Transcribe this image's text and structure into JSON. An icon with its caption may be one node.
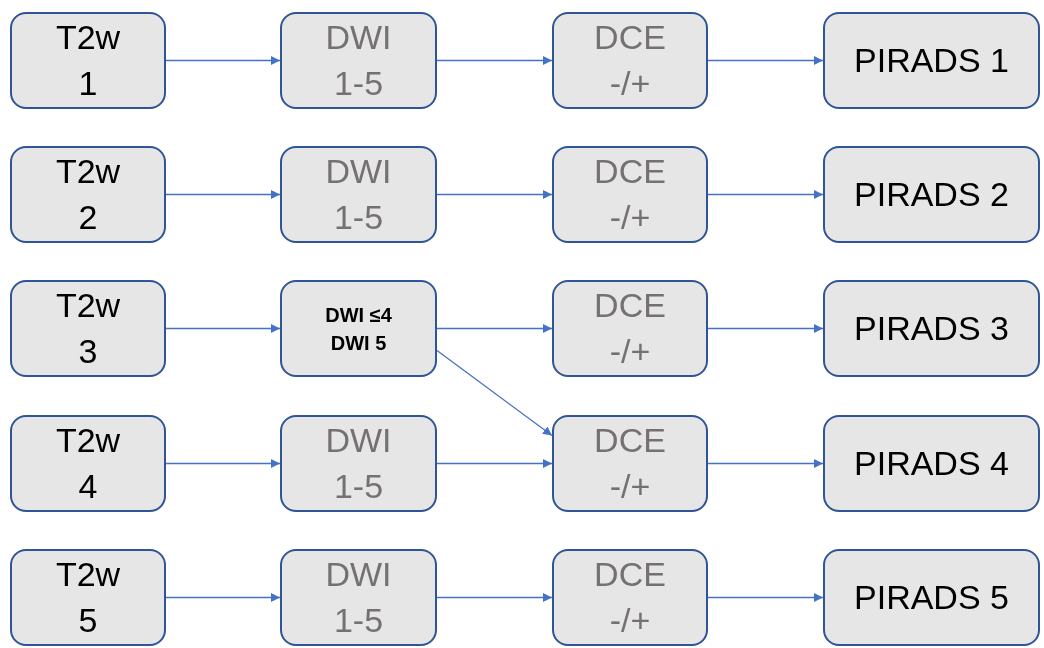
{
  "diagram": {
    "nodes": [
      {
        "text": [
          "T2w 1"
        ]
      },
      {
        "text": [
          "DWI 1-5"
        ]
      },
      {
        "text": [
          "DCE -/+"
        ]
      },
      {
        "text": [
          "PIRADS 1"
        ]
      },
      {
        "text": [
          "T2w 2"
        ]
      },
      {
        "text": [
          "DWI 1-5"
        ]
      },
      {
        "text": [
          "DCE -/+"
        ]
      },
      {
        "text": [
          "PIRADS 2"
        ]
      },
      {
        "text": [
          "T2w 3"
        ]
      },
      {
        "text": [
          "DWI ≤4",
          "DWI 5"
        ]
      },
      {
        "text": [
          "DCE -/+"
        ]
      },
      {
        "text": [
          "PIRADS 3"
        ]
      },
      {
        "text": [
          "T2w 4"
        ]
      },
      {
        "text": [
          "DWI 1-5"
        ]
      },
      {
        "text": [
          "DCE -/+"
        ]
      },
      {
        "text": [
          "PIRADS 4"
        ]
      },
      {
        "text": [
          "T2w 5"
        ]
      },
      {
        "text": [
          "DWI 1-5"
        ]
      },
      {
        "text": [
          "DCE -/+"
        ]
      },
      {
        "text": [
          "PIRADS 5"
        ]
      }
    ],
    "edges": [
      {
        "from": 0,
        "to": 1,
        "arrow": "to"
      },
      {
        "from": 1,
        "to": 2,
        "arrow": "to"
      },
      {
        "from": 2,
        "to": 3,
        "arrow": "to"
      },
      {
        "from": 4,
        "to": 5,
        "arrow": "to"
      },
      {
        "from": 5,
        "to": 6,
        "arrow": "to"
      },
      {
        "from": 6,
        "to": 7,
        "arrow": "to"
      },
      {
        "from": 8,
        "to": 9,
        "arrow": "to"
      },
      {
        "from": 9,
        "to": 10,
        "arrow": "to"
      },
      {
        "from": 9,
        "to": 14,
        "arrow": "to"
      },
      {
        "from": 10,
        "to": 11,
        "arrow": "to"
      },
      {
        "from": 12,
        "to": 13,
        "arrow": "to"
      },
      {
        "from": 13,
        "to": 14,
        "arrow": "to"
      },
      {
        "from": 14,
        "to": 15,
        "arrow": "to"
      },
      {
        "from": 16,
        "to": 17,
        "arrow": "to"
      },
      {
        "from": 17,
        "to": 18,
        "arrow": "to"
      },
      {
        "from": 18,
        "to": 19,
        "arrow": "to"
      }
    ]
  }
}
